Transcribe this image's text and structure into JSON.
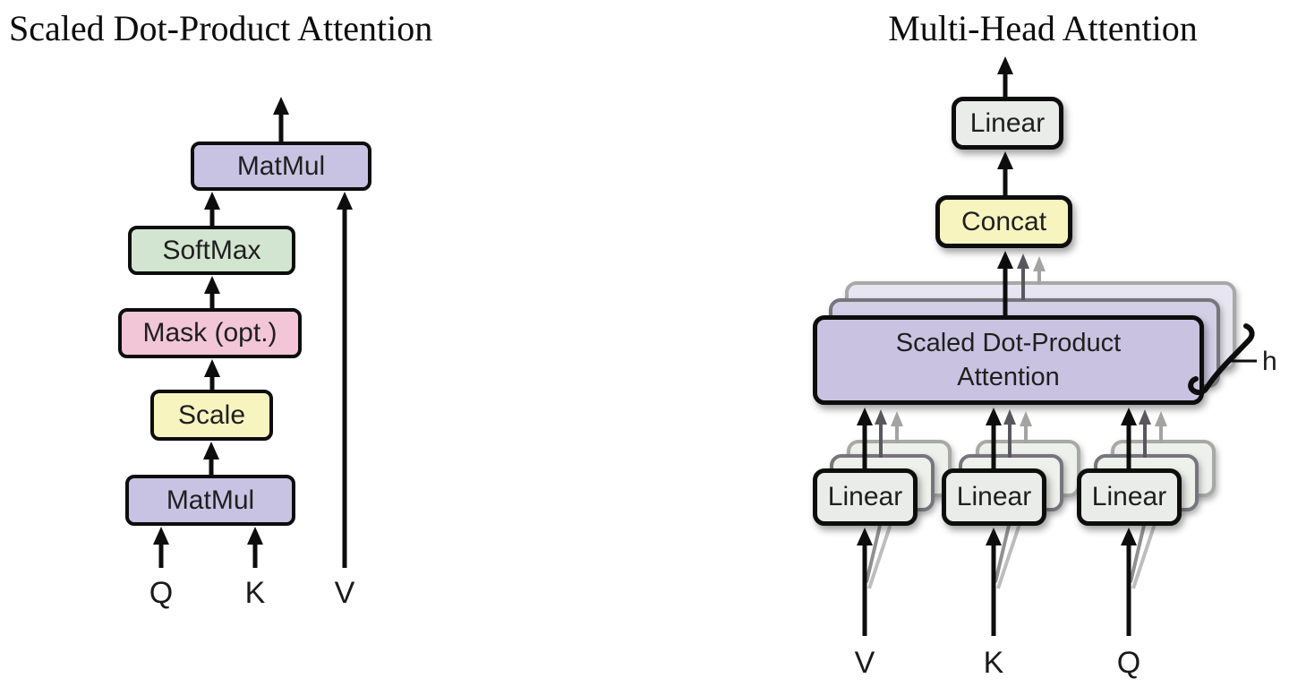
{
  "figures": {
    "left": {
      "title": "Scaled Dot-Product Attention",
      "boxes": {
        "matmul_top": {
          "label": "MatMul",
          "fill": "#c9c3e3"
        },
        "softmax": {
          "label": "SoftMax",
          "fill": "#d2e5d0"
        },
        "mask": {
          "label": "Mask (opt.)",
          "fill": "#f2c6d6"
        },
        "scale": {
          "label": "Scale",
          "fill": "#f8f4c0"
        },
        "matmul_bottom": {
          "label": "MatMul",
          "fill": "#c9c3e3"
        }
      },
      "inputs": {
        "q": "Q",
        "k": "K",
        "v": "V"
      }
    },
    "right": {
      "title": "Multi-Head Attention",
      "boxes": {
        "linear_out": {
          "label": "Linear",
          "fill": "#e9ece8"
        },
        "concat": {
          "label": "Concat",
          "fill": "#f8f4c0"
        },
        "sdpa": {
          "line1": "Scaled Dot-Product",
          "line2": "Attention",
          "fill": "#c9c3e1"
        },
        "linear_v": {
          "label": "Linear",
          "fill": "#e9ece8"
        },
        "linear_k": {
          "label": "Linear",
          "fill": "#e9ece8"
        },
        "linear_q": {
          "label": "Linear",
          "fill": "#e9ece8"
        }
      },
      "head_count_label": "h",
      "inputs": {
        "v": "V",
        "k": "K",
        "q": "Q"
      }
    }
  },
  "colors": {
    "background": "#ffffff",
    "box_border": "#0d0d0d",
    "ghost_border_mid": "#77757b",
    "ghost_border_back": "#a8a8a6",
    "ghost_fill_light": "#eef0ec",
    "sdpa_ghost_fill_mid": "#d3cfe6",
    "sdpa_ghost_fill_back": "#e7e5f1",
    "arrow_black": "#0d0d0d",
    "arrow_gray_mid": "#59575d",
    "arrow_gray_light": "#a3a3a1"
  }
}
